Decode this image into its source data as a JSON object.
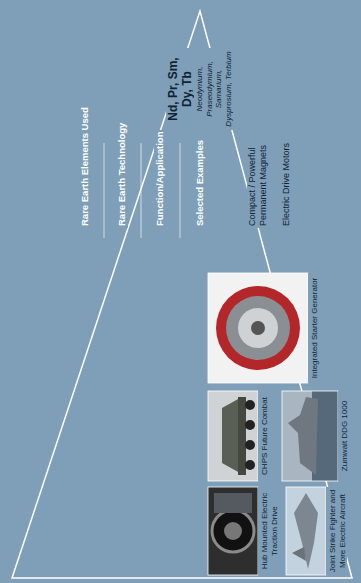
{
  "diagram": {
    "nodes": [
      {
        "text": [
          "Nd, Pr, Sm, Dy, Tb",
          "Neodymium, Praseodymium, Samarium, Dysprosium, Terbium"
        ]
      },
      {
        "text": [
          "Compact / Powerful Permanent Magnets"
        ]
      },
      {
        "text": [
          "Electric Drive Motors"
        ]
      },
      {
        "text": [
          "Hub Mounted Electric Traction Drive"
        ]
      },
      {
        "text": [
          "CHPS Future Combat"
        ]
      },
      {
        "text": [
          "Zumwalt DDG 1000"
        ]
      },
      {
        "text": [
          "Integrated Starter Generator"
        ]
      },
      {
        "text": [
          "Joint Strike Fighter and More Electric Aircraft"
        ]
      }
    ],
    "labels": [
      "Rare Earth Elements Used",
      "Rare Earth Technology",
      "Function/Application",
      "Selected Examples"
    ]
  }
}
